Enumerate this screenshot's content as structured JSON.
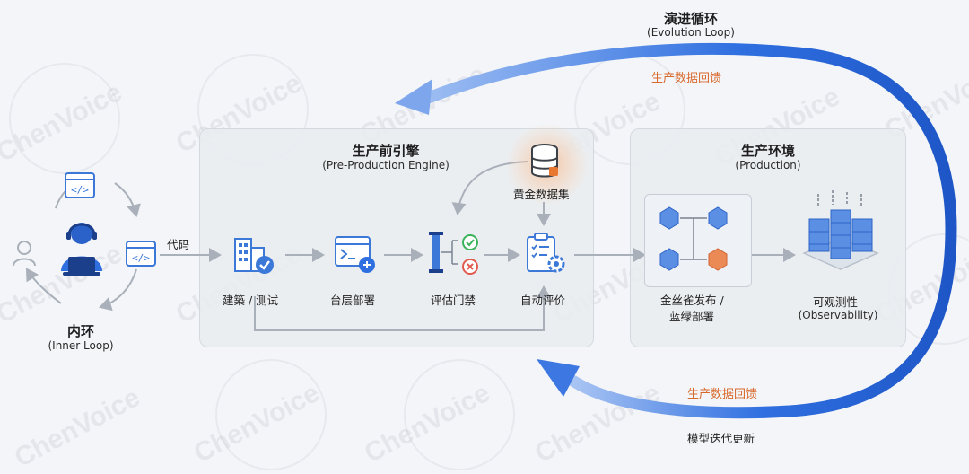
{
  "evolution_loop": {
    "title": "演进循环",
    "subtitle": "(Evolution Loop)",
    "feedback_top": "生产数据回馈",
    "feedback_bottom": "生产数据回馈",
    "model_update": "模型迭代更新"
  },
  "inner_loop": {
    "title": "内环",
    "subtitle": "(Inner Loop)",
    "code_label": "代码"
  },
  "pre_production": {
    "title": "生产前引擎",
    "subtitle": "(Pre-Production Engine)",
    "golden_dataset": "黄金数据集",
    "steps": [
      {
        "label": "建築 / 测试"
      },
      {
        "label": "台层部署"
      },
      {
        "label": "评估门禁"
      },
      {
        "label": "自动评价"
      }
    ]
  },
  "production": {
    "title": "生产环境",
    "subtitle": "(Production)",
    "canary_line1": "金丝雀发布 /",
    "canary_line2": "蓝绿部署",
    "observability_line1": "可观测性",
    "observability_line2": "(Observability)"
  },
  "watermark": "ChenVoice",
  "colors": {
    "loop_blue": "#2f6fe0",
    "orange": "#d9682b",
    "icon_blue": "#3b78d8",
    "check_green": "#3bb35b",
    "cross_red": "#e15a4e"
  }
}
